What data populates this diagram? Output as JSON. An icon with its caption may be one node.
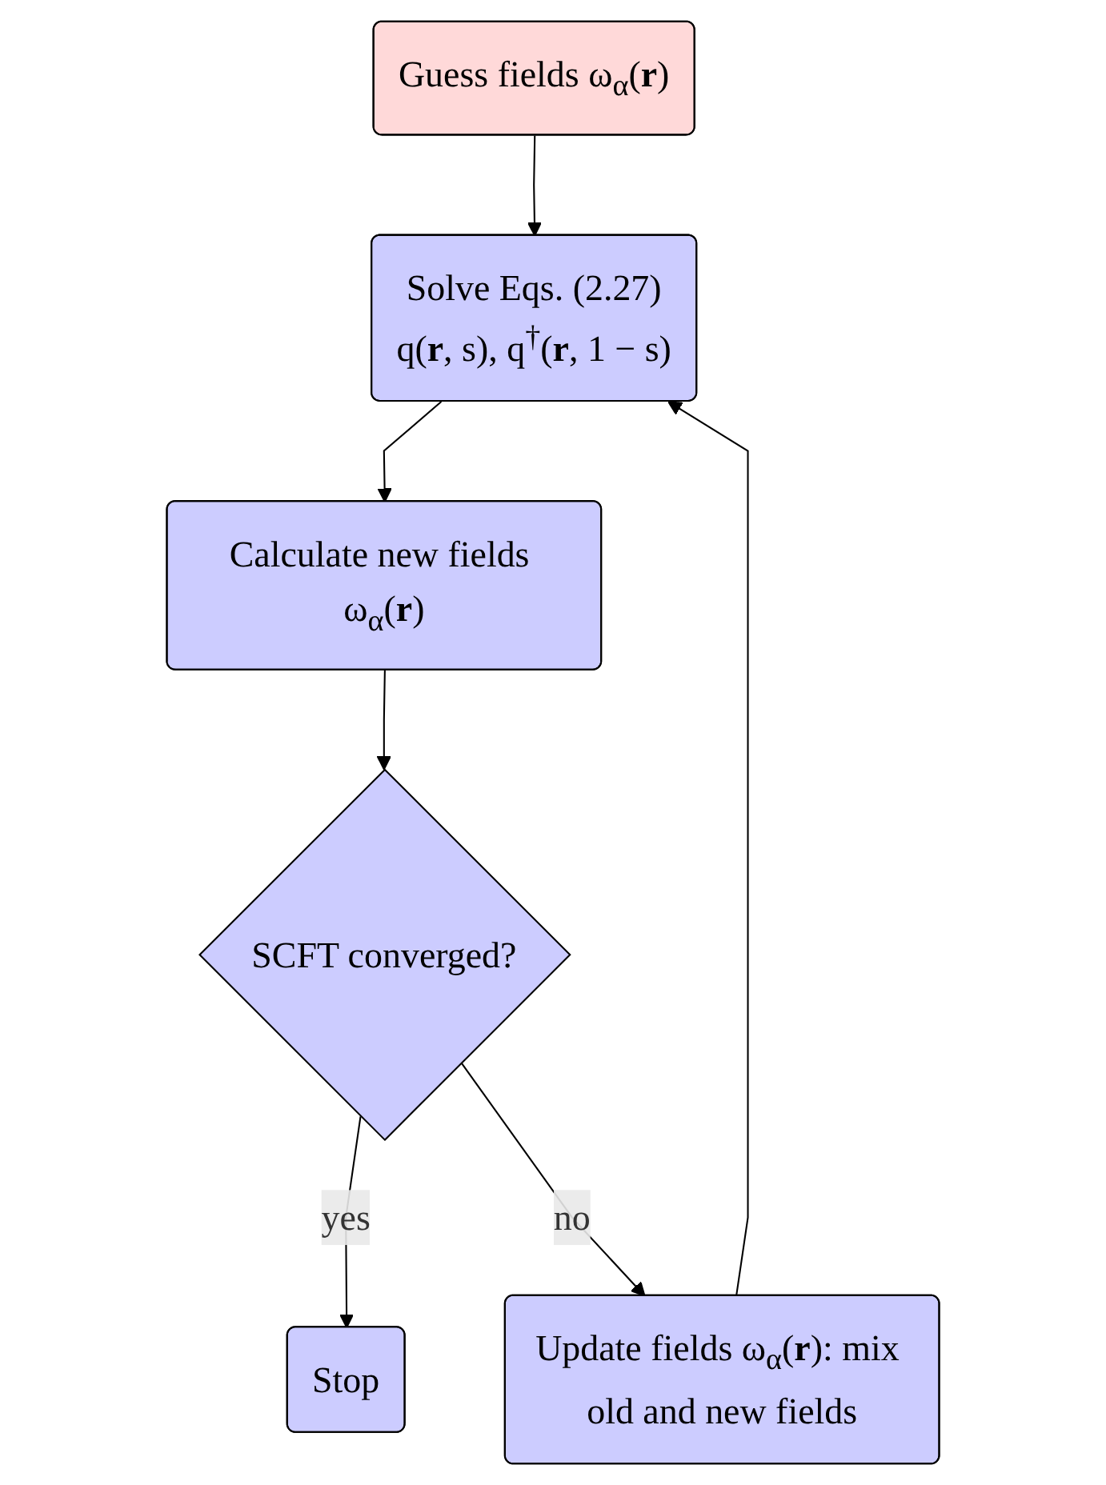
{
  "diagram": {
    "nodes": [
      {
        "text": [
          "Guess fields ω$_{α}$(**r**)"
        ]
      },
      {
        "text": [
          "Solve Eqs. (2.27)",
          "q(**r**, s), q$^{†}$(**r**, 1 − s)"
        ]
      },
      {
        "text": [
          "Calculate new fields ω$_{α}$(**r**)"
        ]
      },
      {
        "text": [
          "SCFT converged?"
        ]
      },
      {
        "text": [
          "Stop"
        ]
      },
      {
        "text": [
          "Update fields ω$_{α}$(**r**): mix old and new fields"
        ]
      }
    ],
    "edges": [
      {
        "from": 0,
        "to": 1,
        "arrow": "to"
      },
      {
        "from": 1,
        "to": 2,
        "arrow": "to"
      },
      {
        "from": 2,
        "to": 3,
        "arrow": "to"
      },
      {
        "from": 3,
        "to": 4,
        "arrow": "to",
        "label": "yes"
      },
      {
        "from": 3,
        "to": 5,
        "arrow": "to",
        "label": "no"
      },
      {
        "from": 5,
        "to": 1,
        "arrow": "to"
      }
    ]
  }
}
